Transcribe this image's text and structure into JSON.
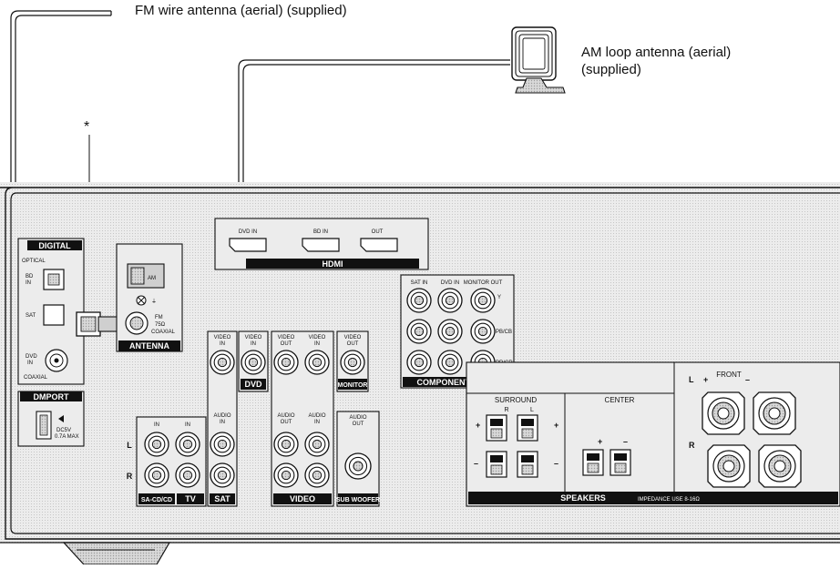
{
  "callouts": {
    "fm_antenna": "FM wire antenna (aerial) (supplied)",
    "am_antenna_line1": "AM loop antenna (aerial)",
    "am_antenna_line2": "(supplied)",
    "asterisk": "*"
  },
  "panel": {
    "digital": {
      "title": "DIGITAL",
      "optical": "OPTICAL",
      "bd_in_1": "BD",
      "bd_in_2": "IN",
      "sat_in": "SAT",
      "dvd_in_1": "DVD",
      "dvd_in_2": "IN",
      "coaxial": "COAXIAL"
    },
    "dmport": {
      "title": "DMPORT",
      "note1": "DC5V",
      "note2": "0.7A MAX"
    },
    "antenna": {
      "title": "ANTENNA",
      "am": "AM",
      "fm1": "FM",
      "fm2": "75Ω",
      "fm3": "COAXIAL"
    },
    "hdmi": {
      "title": "HDMI",
      "dvd_in": "DVD IN",
      "bd_in": "BD IN",
      "out": "OUT"
    },
    "component_video": {
      "title": "COMPONENT VIDEO",
      "sat_in": "SAT IN",
      "dvd_in": "DVD IN",
      "monitor_out": "MONITOR OUT",
      "y": "Y",
      "pb": "PB/CB",
      "pr": "PR/CR"
    },
    "jacks": {
      "in": "IN",
      "l": "L",
      "r": "R",
      "sa_cd_cd": "SA-CD/CD",
      "tv": "TV",
      "sat": "SAT",
      "dvd": "DVD",
      "video": "VIDEO",
      "monitor": "MONITOR",
      "sub_woofer": "SUB WOOFER",
      "video_in_1": "VIDEO",
      "video_in_2": "IN",
      "video_out_1": "VIDEO",
      "video_out_2": "OUT",
      "audio_in_1": "AUDIO",
      "audio_in_2": "IN",
      "audio_out_1": "AUDIO",
      "audio_out_2": "OUT"
    },
    "speakers": {
      "title": "SPEAKERS",
      "impedance": "IMPEDANCE USE 8-16Ω",
      "surround": "SURROUND",
      "center": "CENTER",
      "front": "FRONT",
      "l": "L",
      "r": "R",
      "plus": "+",
      "minus": "–"
    }
  },
  "colors": {
    "panel": "#d2d2d2",
    "outline": "#111111",
    "label_bg": "#111111",
    "label_text": "#ffffff",
    "connector": "#c8c8c8"
  }
}
